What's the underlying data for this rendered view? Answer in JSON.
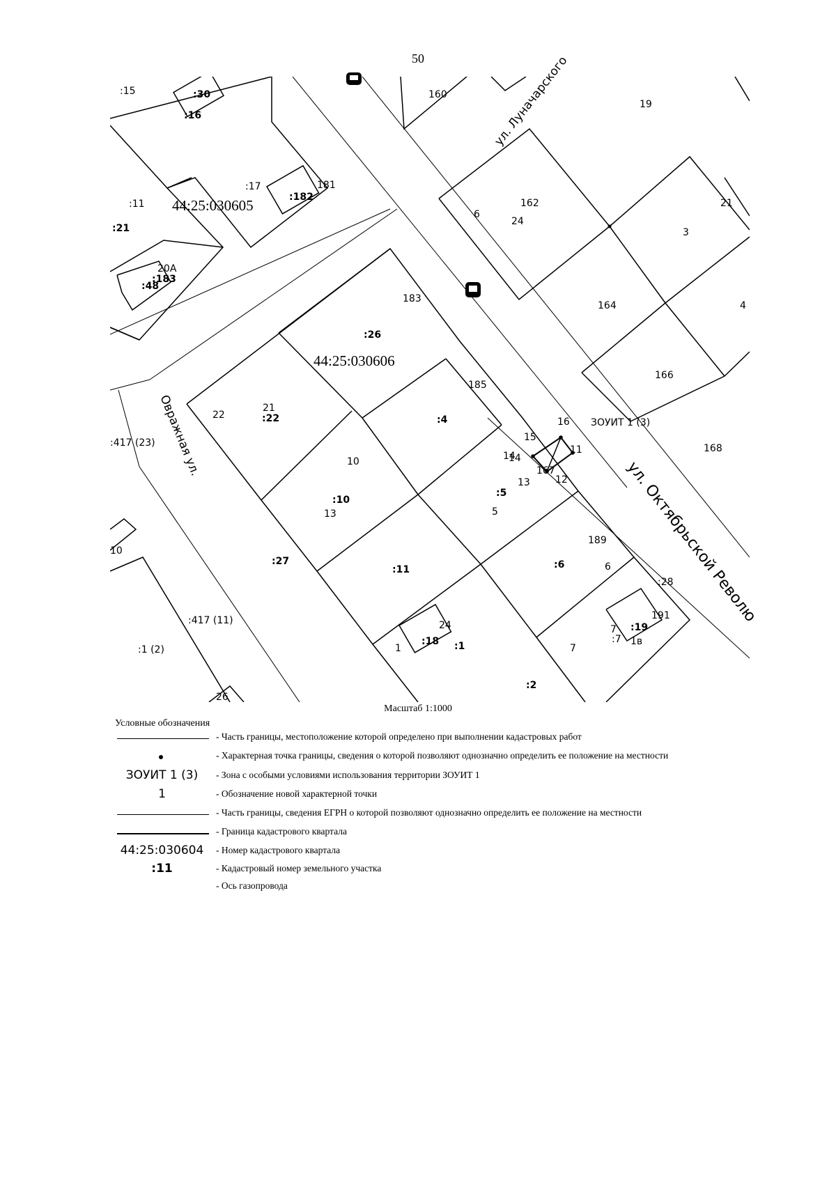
{
  "page_number": "50",
  "map": {
    "quarter_labels": [
      "44:25:030605",
      "44:25:030606"
    ],
    "street_labels": [
      "ул. Луначарского",
      "ул. Октябрьской Револю",
      "Овражная ул."
    ],
    "zone_label": "ЗОУИТ 1 (3)",
    "point_numbers": [
      "11",
      "12",
      "13",
      "14",
      "15",
      "16"
    ],
    "parcel_labels": [
      ":15",
      ":30",
      ":16",
      ":17",
      ":182",
      "181",
      ":11",
      ":21",
      "20А",
      ":183",
      ":48",
      "183",
      ":26",
      "185",
      "22",
      "21",
      ":22",
      "10",
      ":10",
      "13",
      ":4",
      "14",
      ":5",
      "5",
      "167",
      "189",
      "6",
      ":6",
      ":27",
      ":11",
      "24",
      ":18",
      ":1",
      "1",
      ":2",
      ":417 (23)",
      ":417 (11)",
      ":1 (2)",
      ":28",
      "191",
      ":19",
      ":7",
      "7",
      "19",
      "164",
      "162",
      "3",
      "4",
      "166",
      "168",
      "160",
      "21",
      "24",
      "6",
      "26",
      "7",
      "1в",
      "10"
    ]
  },
  "scale": "Масштаб 1:1000",
  "legend": {
    "title": "Условные обозначения",
    "items": [
      {
        "symbol_type": "thin-line",
        "symbol_text": "",
        "description": "- Часть границы, местоположение которой определено при выполнении кадастровых работ"
      },
      {
        "symbol_type": "dot",
        "symbol_text": "",
        "description": "- Характерная точка границы, сведения о которой позволяют однозначно определить ее положение на местности"
      },
      {
        "symbol_type": "text",
        "symbol_text": "ЗОУИТ 1 (3)",
        "description": "- Зона с особыми условиями использования территории ЗОУИТ 1"
      },
      {
        "symbol_type": "text",
        "symbol_text": "1",
        "description": "- Обозначение новой характерной точки"
      },
      {
        "symbol_type": "thin-line",
        "symbol_text": "",
        "description": "- Часть границы, сведения ЕГРН о которой позволяют однозначно определить ее положение на местности"
      },
      {
        "symbol_type": "thick-line",
        "symbol_text": "",
        "description": "- Граница кадастрового квартала"
      },
      {
        "symbol_type": "text",
        "symbol_text": "44:25:030604",
        "description": "- Номер кадастрового квартала"
      },
      {
        "symbol_type": "bold-text",
        "symbol_text": ":11",
        "description": "- Кадастровый номер земельного участка"
      },
      {
        "symbol_type": "none",
        "symbol_text": "",
        "description": "- Ось газопровода"
      }
    ]
  }
}
